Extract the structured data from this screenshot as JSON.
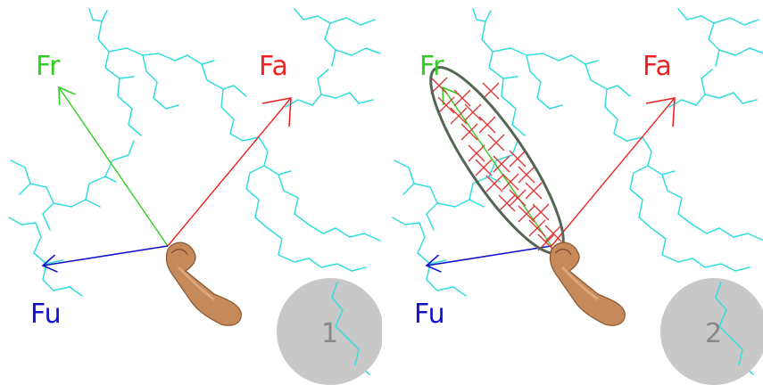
{
  "panels": [
    {
      "id": "1",
      "labels": {
        "fr": "Fr",
        "fa": "Fa",
        "fu": "Fu"
      },
      "badge": "1",
      "show_ellipse": false
    },
    {
      "id": "2",
      "labels": {
        "fr": "Fr",
        "fa": "Fa",
        "fu": "Fu"
      },
      "badge": "2",
      "show_ellipse": true
    }
  ],
  "colors": {
    "fr": "#33cc22",
    "fa": "#ee2222",
    "fu": "#1111cc",
    "vessels": "#33dddd",
    "badge": "#c8c8c8",
    "badge_text": "#888888",
    "ellipse": "#556655",
    "markers": "#dd3333"
  },
  "icons": {
    "hand": "forearm-hand-icon"
  }
}
